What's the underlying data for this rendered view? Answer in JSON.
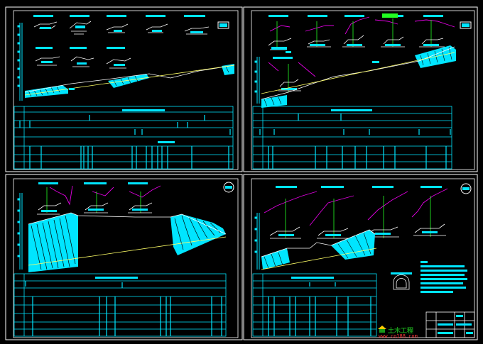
{
  "drawing": {
    "background": "#000000",
    "colors": {
      "frame": "#ffffff",
      "cad": "#00e5ff",
      "profile": "#ffff66",
      "slope": "#e000e0",
      "green": "#22ff22",
      "red": "#ff3333",
      "white": "#ffffff"
    },
    "sheets": [
      "sheet-top-left",
      "sheet-top-right",
      "sheet-bottom-left",
      "sheet-bottom-right"
    ]
  },
  "watermark": {
    "logo_text": "土木工程",
    "site_text": "www.co188.com",
    "icon": "house-logo-icon"
  }
}
